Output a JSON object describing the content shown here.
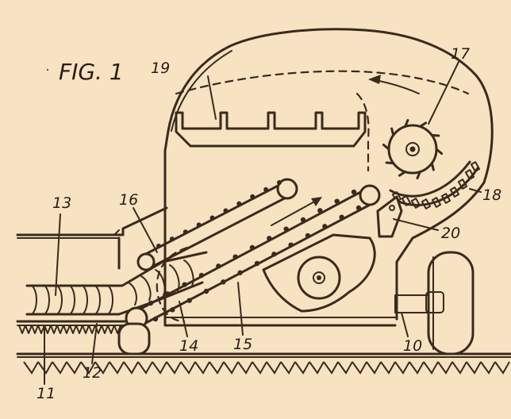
{
  "figure": {
    "title": "FIG. 1"
  },
  "labels": {
    "l10": "10",
    "l11": "11",
    "l12": "12",
    "l13": "13",
    "l14": "14",
    "l15": "15",
    "l16": "16",
    "l17": "17",
    "l18": "18",
    "l19": "19",
    "l20": "20"
  },
  "colors": {
    "paper": "#f7e2c2",
    "ink": "#3a2a1c"
  }
}
